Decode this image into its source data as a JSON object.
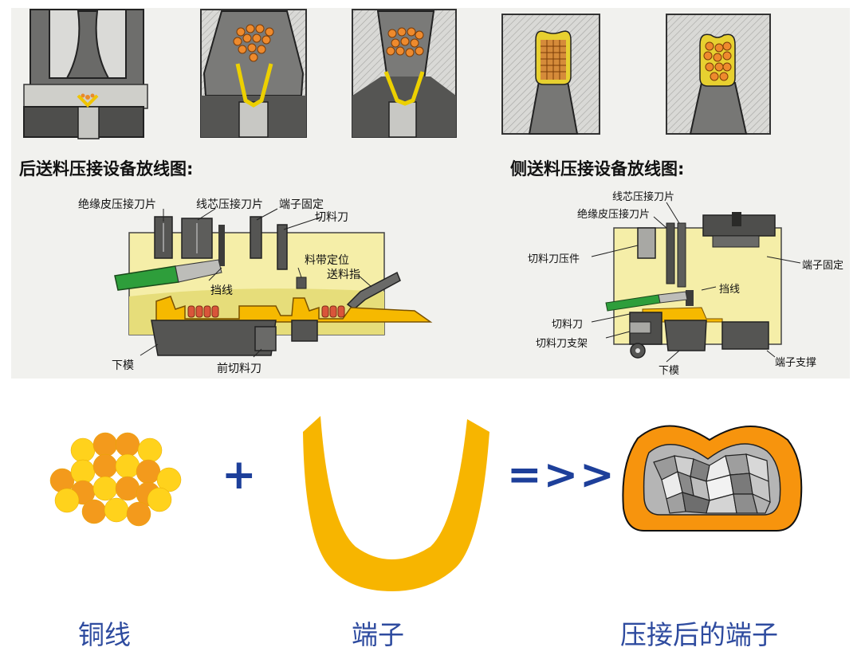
{
  "diagrams": {
    "rear_feed": {
      "title": "后送料压接设备放线图:",
      "labels": {
        "insulation_blade": "绝缘皮压接刀片",
        "core_blade": "线芯压接刀片",
        "terminal_fix": "端子固定",
        "cutter": "切料刀",
        "strip_position": "料带定位",
        "feed_finger": "送料指",
        "wire_stop": "挡线",
        "lower_die": "下模",
        "front_cutter": "前切料刀"
      }
    },
    "side_feed": {
      "title": "侧送料压接设备放线图:",
      "labels": {
        "core_blade": "线芯压接刀片",
        "insulation_blade": "绝缘皮压接刀片",
        "cutter_press": "切料刀压件",
        "terminal_fix": "端子固定",
        "wire_stop": "挡线",
        "cutter": "切料刀",
        "cutter_bracket": "切料刀支架",
        "lower_die": "下模",
        "terminal_support": "端子支撑"
      }
    }
  },
  "equation": {
    "plus": "+",
    "arrow": "=>>",
    "captions": {
      "copper": "铜线",
      "terminal": "端子",
      "crimped": "压接后的端子"
    }
  },
  "colors": {
    "caption": "#2e4b9f",
    "operator": "#1d3f9a",
    "terminal_yellow": "#f7b500",
    "crimp_orange": "#f7940d",
    "strand_orange": "#f39a1c",
    "strand_yellow": "#ffd21c"
  }
}
